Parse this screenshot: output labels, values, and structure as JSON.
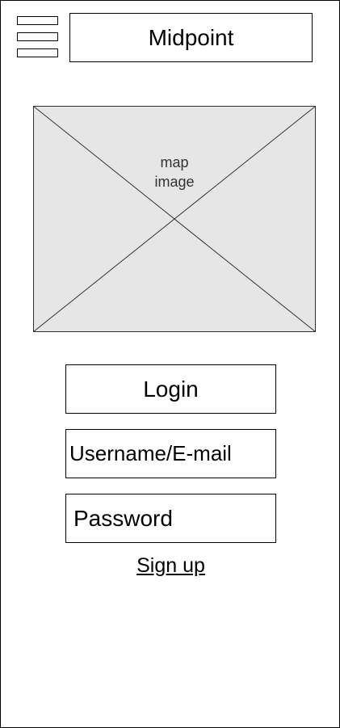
{
  "header": {
    "menu_icon": "hamburger-menu-icon",
    "title": "Midpoint"
  },
  "map": {
    "label_line1": "map",
    "label_line2": "image",
    "fill_color": "#e6e6e6",
    "stroke_color": "#333333"
  },
  "login": {
    "button_label": "Login",
    "username_placeholder": "Username/E-mail",
    "password_placeholder": "Password",
    "signup_link": "Sign up"
  }
}
